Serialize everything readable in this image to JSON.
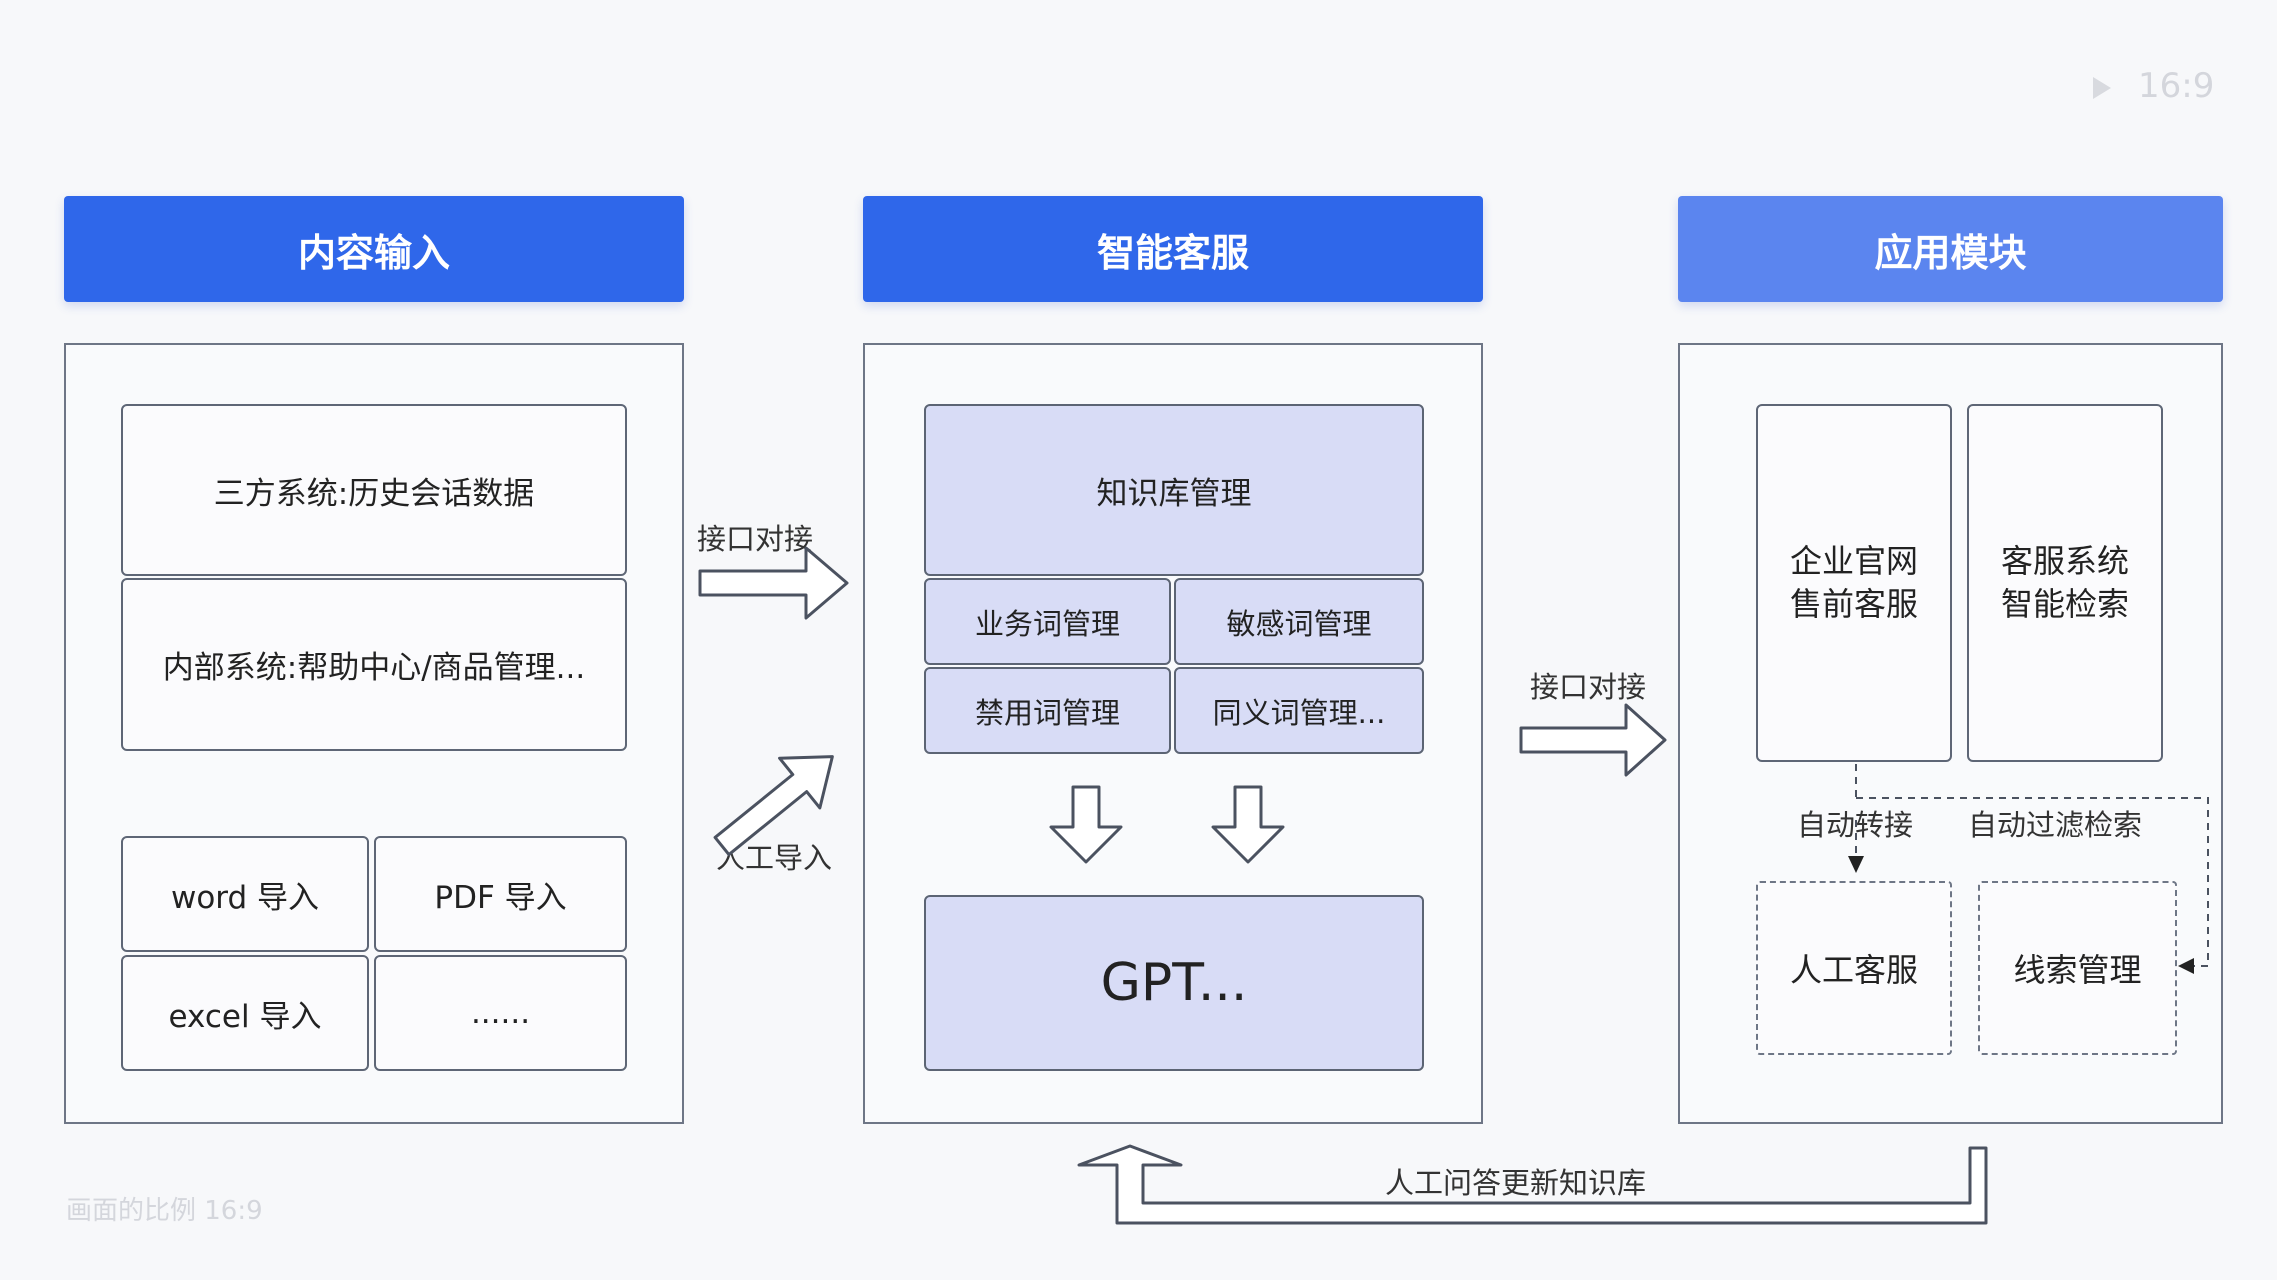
{
  "topbar": {
    "aspect_label": "16:9"
  },
  "footer": {
    "watermark": "画面的比例 16:9"
  },
  "columns": {
    "content_input": {
      "title": "内容输入",
      "third_party": "三方系统:历史会话数据",
      "internal": "内部系统:帮助中心/商品管理...",
      "imports": [
        "word 导入",
        "PDF 导入",
        "excel 导入",
        "......"
      ]
    },
    "smart_service": {
      "title": "智能客服",
      "kb": "知识库管理",
      "subs": [
        "业务词管理",
        "敏感词管理",
        "禁用词管理",
        "同义词管理..."
      ],
      "gpt": "GPT..."
    },
    "app_module": {
      "title": "应用模块",
      "site": "企业官网\n售前客服",
      "search": "客服系统\n智能检索",
      "human": "人工客服",
      "leads": "线索管理",
      "auto_transfer": "自动转接",
      "auto_filter": "自动过滤检索"
    }
  },
  "connectors": {
    "api1": "接口对接",
    "manual_import": "人工导入",
    "api2": "接口对接",
    "feedback": "人工问答更新知识库"
  },
  "colors": {
    "header_blue": "#2f67ea",
    "header_light": "#5b85ef",
    "box_purple": "#d8dcf6",
    "border": "#5e6676"
  }
}
